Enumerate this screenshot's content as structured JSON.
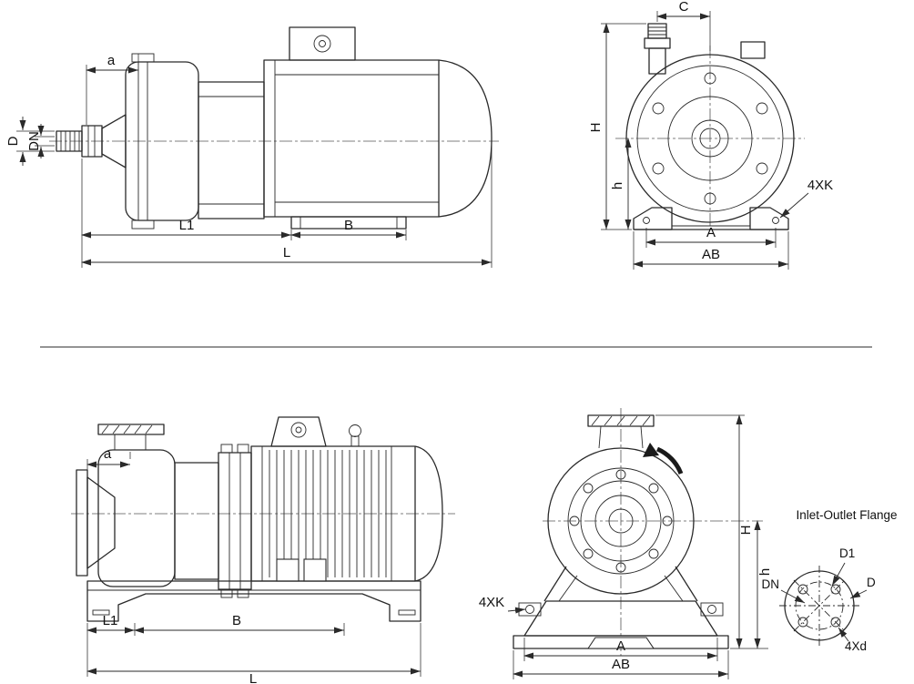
{
  "drawing": {
    "background": "#ffffff",
    "line_color": "#2a2a2a"
  },
  "pump1": {
    "side": {
      "a": "a",
      "D": "D",
      "DN": "DN",
      "L1": "L1",
      "B": "B",
      "L": "L"
    },
    "front": {
      "C": "C",
      "H": "H",
      "h": "h",
      "K": "4XK",
      "A": "A",
      "AB": "AB"
    }
  },
  "pump2": {
    "side": {
      "a": "a",
      "L1": "L1",
      "B": "B",
      "L": "L"
    },
    "front": {
      "H": "H",
      "h": "h",
      "K": "4XK",
      "A": "A",
      "AB": "AB"
    }
  },
  "flange": {
    "title": "Inlet-Outlet Flange",
    "DN": "DN",
    "D1": "D1",
    "D": "D",
    "d": "4Xd"
  }
}
